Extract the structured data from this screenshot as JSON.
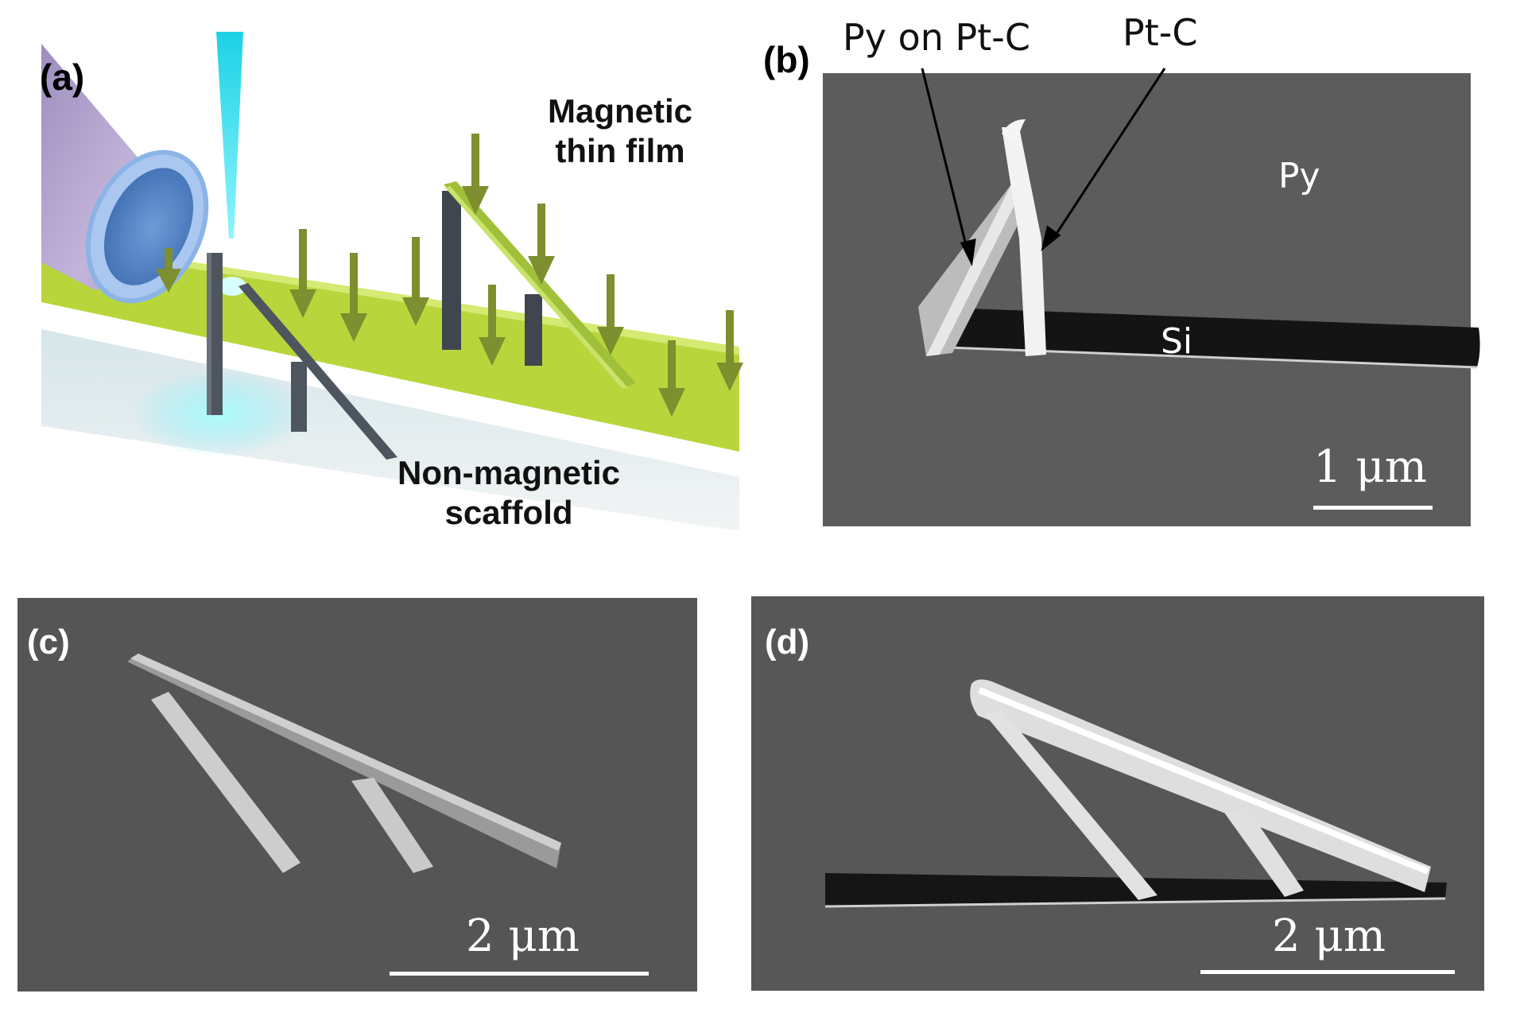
{
  "figure": {
    "panel_a": {
      "label": "(a)",
      "film_label": [
        "Magnetic",
        "thin film"
      ],
      "scaffold_label": [
        "Non-magnetic",
        "scaffold"
      ]
    },
    "panel_b": {
      "label": "(b)",
      "annotations": {
        "py_on_ptc": "Py on Pt-C",
        "ptc": "Pt-C"
      },
      "region_labels": {
        "py": "Py",
        "si": "Si"
      },
      "scale_bar": "1 μm"
    },
    "panel_c": {
      "label": "(c)",
      "scale_bar": "2 μm"
    },
    "panel_d": {
      "label": "(d)",
      "scale_bar": "2 μm"
    }
  },
  "colors": {
    "sem_background": "#5a5a5a",
    "film_green": "#b8d63c",
    "arrow_olive": "#7d8f2e",
    "beam_cyan": "#22d8e6",
    "tube_lavender": "#b8a8d0",
    "scaffold_gray": "#4a5058"
  }
}
